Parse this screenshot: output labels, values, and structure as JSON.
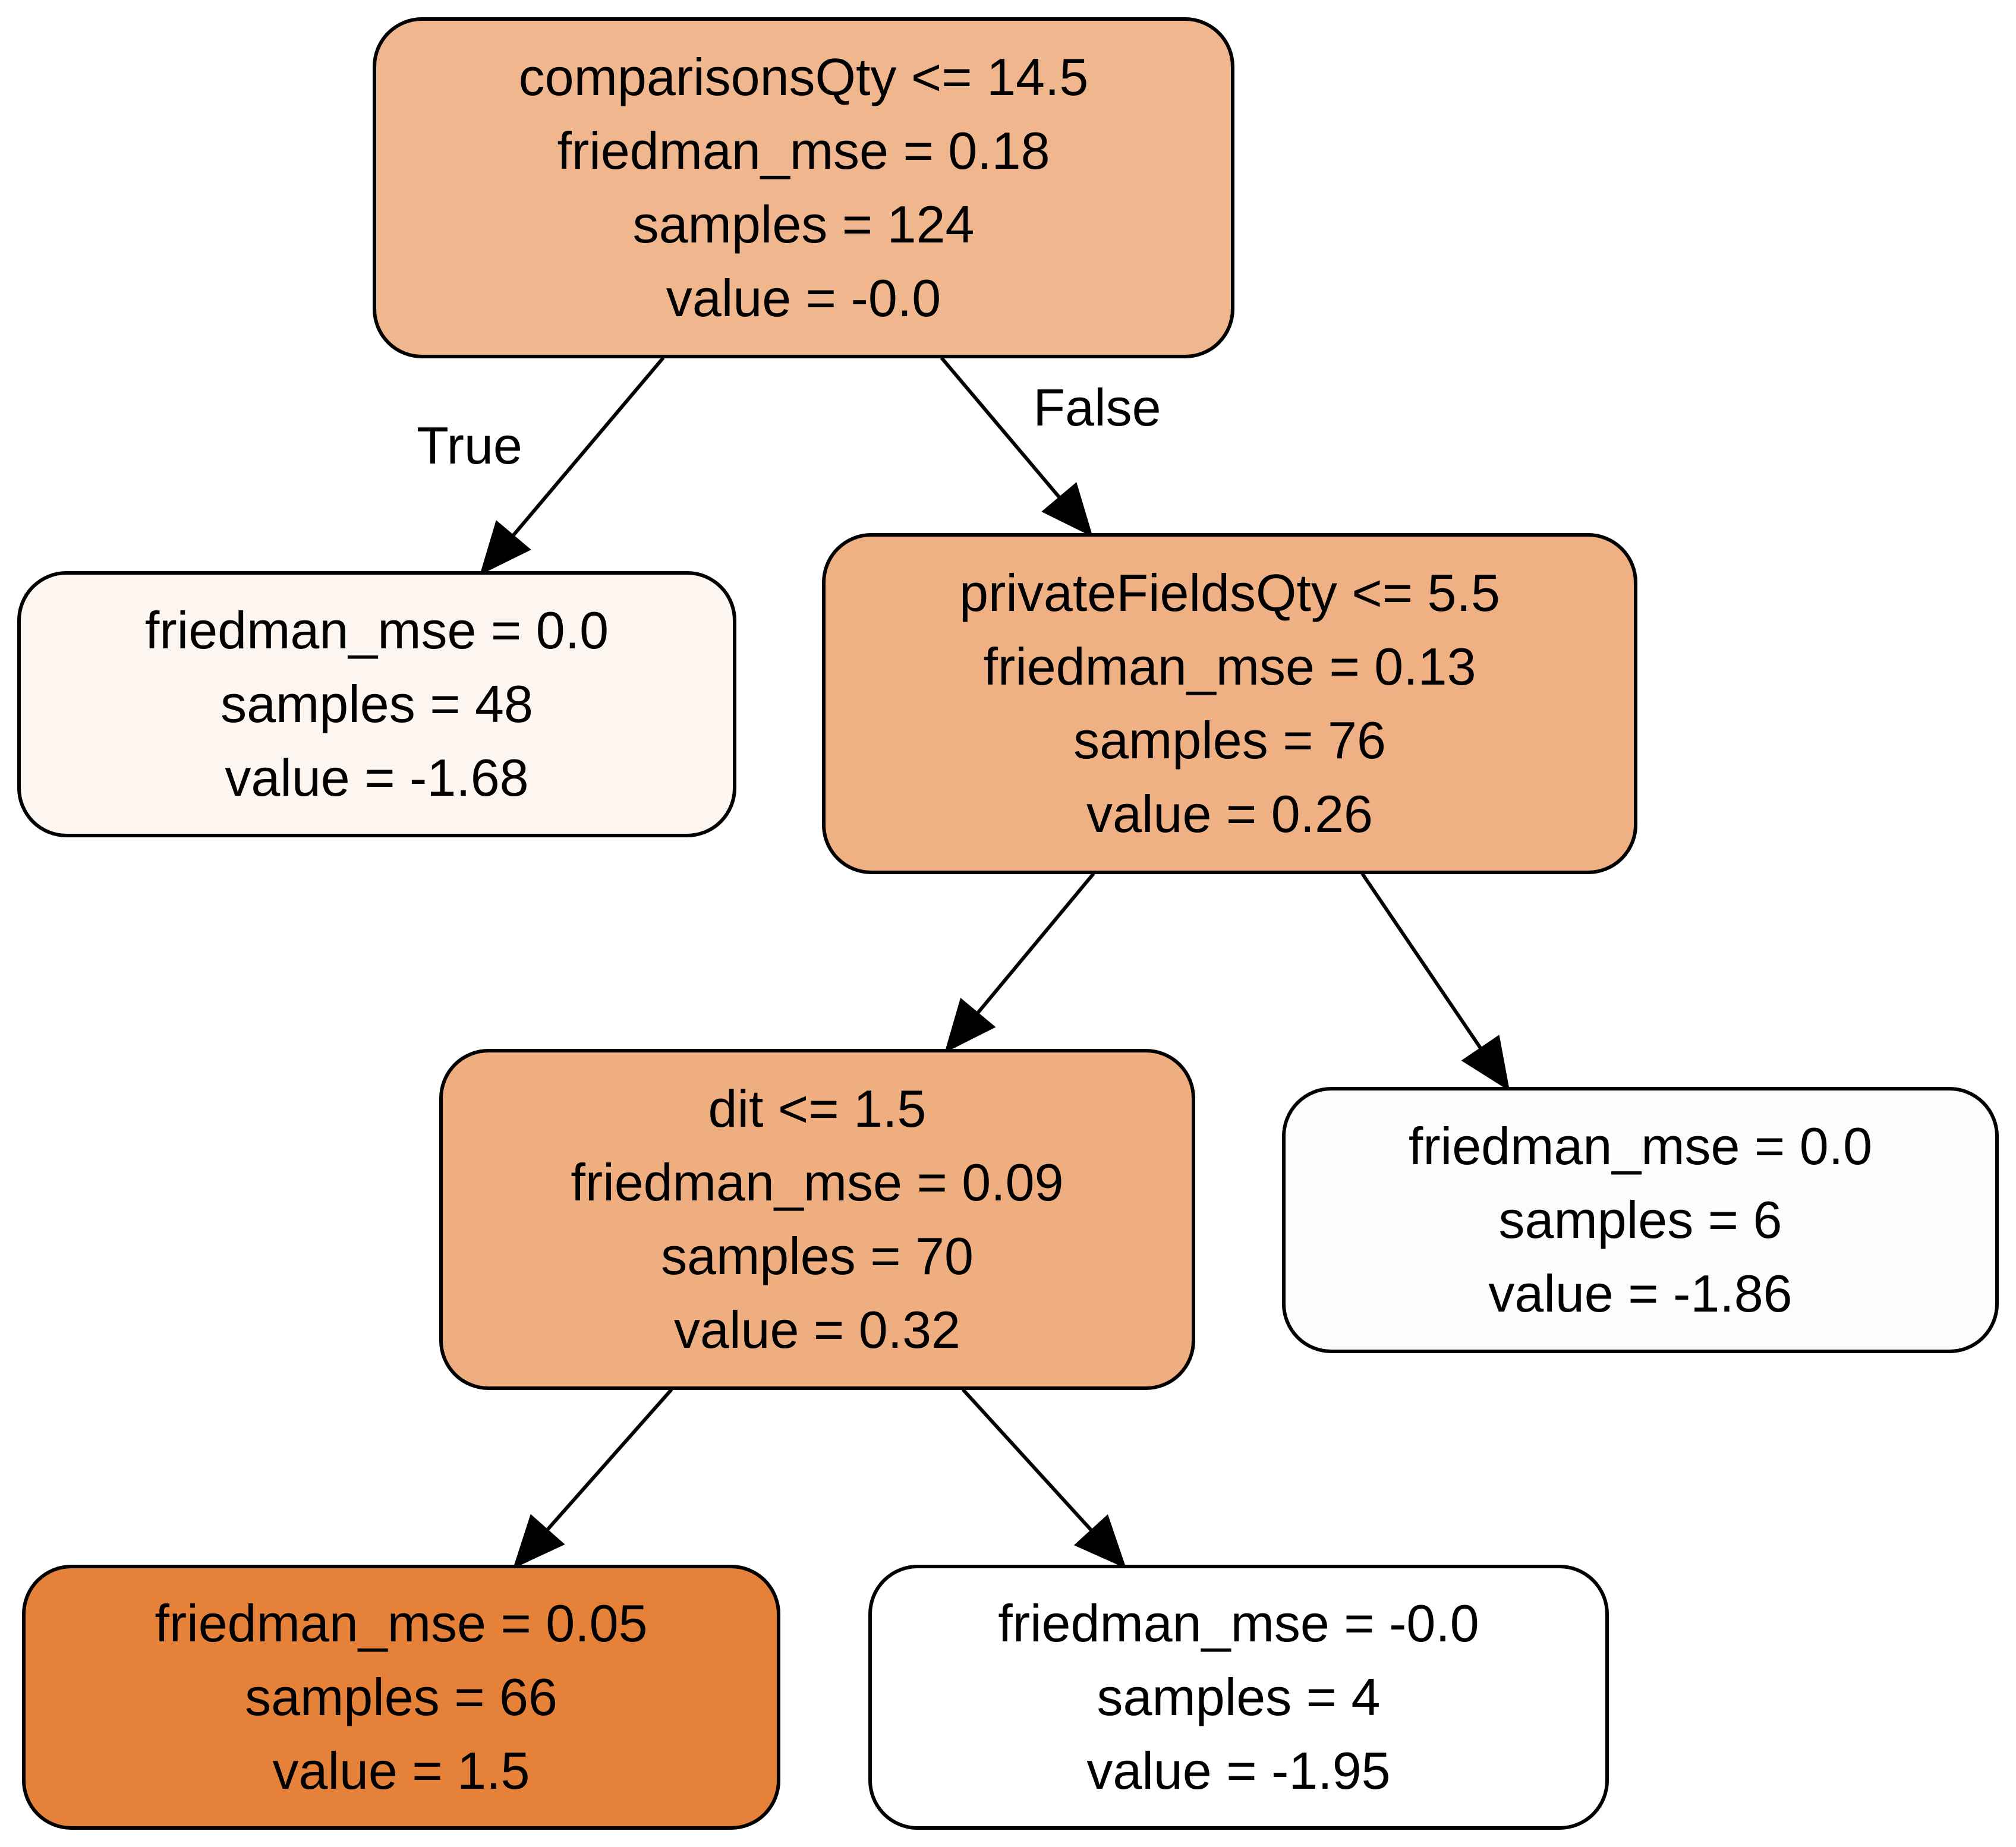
{
  "tree": {
    "nodes": [
      {
        "id": "root",
        "lines": [
          "comparisonsQty <= 14.5",
          "friedman_mse = 0.18",
          "samples = 124",
          "value = -0.0"
        ],
        "value": -0.0,
        "fill": "#f0b78e"
      },
      {
        "id": "n1",
        "lines": [
          "friedman_mse = 0.0",
          "samples = 48",
          "value = -1.68"
        ],
        "value": -1.68,
        "fill": "#fdf5f0"
      },
      {
        "id": "n2",
        "lines": [
          "privateFieldsQty <= 5.5",
          "friedman_mse = 0.13",
          "samples = 76",
          "value = 0.26"
        ],
        "value": 0.26,
        "fill": "#efb083"
      },
      {
        "id": "n3",
        "lines": [
          "dit <= 1.5",
          "friedman_mse = 0.09",
          "samples = 70",
          "value = 0.32"
        ],
        "value": 0.32,
        "fill": "#eeae80"
      },
      {
        "id": "n4",
        "lines": [
          "friedman_mse = 0.0",
          "samples = 6",
          "value = -1.86"
        ],
        "value": -1.86,
        "fill": "#fefcfa"
      },
      {
        "id": "n5",
        "lines": [
          "friedman_mse = 0.05",
          "samples = 66",
          "value = 1.5"
        ],
        "value": 1.5,
        "fill": "#e58139"
      },
      {
        "id": "n6",
        "lines": [
          "friedman_mse = -0.0",
          "samples = 4",
          "value = -1.95"
        ],
        "value": -1.95,
        "fill": "#ffffff"
      }
    ],
    "edges": [
      {
        "from": "root",
        "to": "n1",
        "label": "True"
      },
      {
        "from": "root",
        "to": "n2",
        "label": "False"
      },
      {
        "from": "n2",
        "to": "n3",
        "label": ""
      },
      {
        "from": "n2",
        "to": "n4",
        "label": ""
      },
      {
        "from": "n3",
        "to": "n5",
        "label": ""
      },
      {
        "from": "n3",
        "to": "n6",
        "label": ""
      }
    ]
  }
}
